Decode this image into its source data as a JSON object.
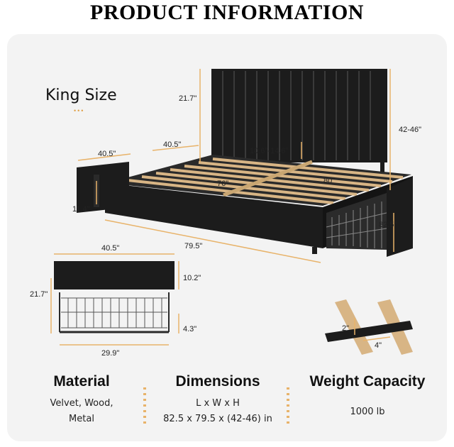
{
  "header": {
    "title": "PRODUCT INFORMATION"
  },
  "size_label": "King Size",
  "bed_dims": {
    "headboard_height": "21.7\"",
    "total_height": "42-46\"",
    "drawer_width_left": "40.5\"",
    "drawer_width_right": "40.5\"",
    "leg_height": "10.6\"-14.6\"",
    "inner_length": "76\"",
    "inner_width": "80\"",
    "drawer_height": "11.4\"",
    "total_length": "79.5\"",
    "total_width": "82.5\""
  },
  "drawer_dims": {
    "width_top": "40.5\"",
    "height_front": "10.2\"",
    "depth": "21.7\"",
    "basket_height": "4.3\"",
    "basket_width": "29.9\""
  },
  "slat_dims": {
    "slat_thickness": "2\"",
    "slat_width": "4\""
  },
  "specs": {
    "material": {
      "title": "Material",
      "line1": "Velvet, Wood,",
      "line2": "Metal"
    },
    "dimensions": {
      "title": "Dimensions",
      "line1": "L x W x H",
      "line2": "82.5 x 79.5 x (42-46) in"
    },
    "weight": {
      "title": "Weight Capacity",
      "line1": "1000 lb"
    }
  },
  "colors": {
    "accent": "#e8b36a",
    "bed": "#1c1c1c",
    "wood": "#d8b585",
    "panel": "#f3f3f3"
  }
}
